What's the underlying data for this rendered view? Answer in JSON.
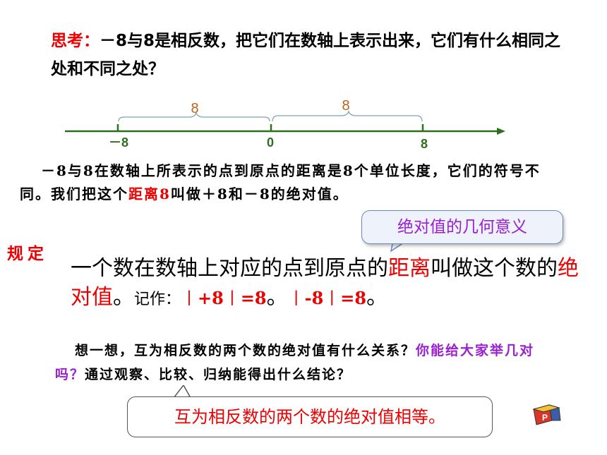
{
  "question": {
    "keyword": "思考：",
    "text": "－8与8是相反数，把它们在数轴上表示出来，它们有什么相同之处和不同之处？"
  },
  "number_line": {
    "labels": [
      "－8",
      "0",
      "8"
    ],
    "distance_left": "8",
    "distance_right": "8"
  },
  "explanation": {
    "part1": "－8与8在数轴上所表示的点到原点的距离是8个单位长度，它们的符号不同。我们把这个",
    "highlight": "距离8",
    "part2": "叫做＋8和－8的绝对值。"
  },
  "callout_geometric": "绝对值的几何意义",
  "rule_label": "规定",
  "definition": {
    "part1": "一个数在数轴上对应的点到原点的",
    "highlight1": "距离",
    "part2": "叫做这个数的",
    "highlight2": "绝对值",
    "part3": "。",
    "notation_label": "记作：",
    "example1": "︱+8︱=8",
    "sep": "。",
    "example2": "︱-8︱=8",
    "end": "。"
  },
  "think": {
    "part1": "想一想，互为相反数的两个数的绝对值有什么关系？",
    "purple": "你能给大家举几对吗？",
    "part2": "通过观察、比较、归纳能得出什么结论？"
  },
  "answer": "互为相反数的两个数的绝对值相等。",
  "colors": {
    "accent_red": "#ee0000",
    "purple": "#9a1fd0",
    "axis_green": "#2e6e1e",
    "distance_brown": "#b5651d"
  },
  "icons": {
    "nav": "slide-nav-icon"
  }
}
